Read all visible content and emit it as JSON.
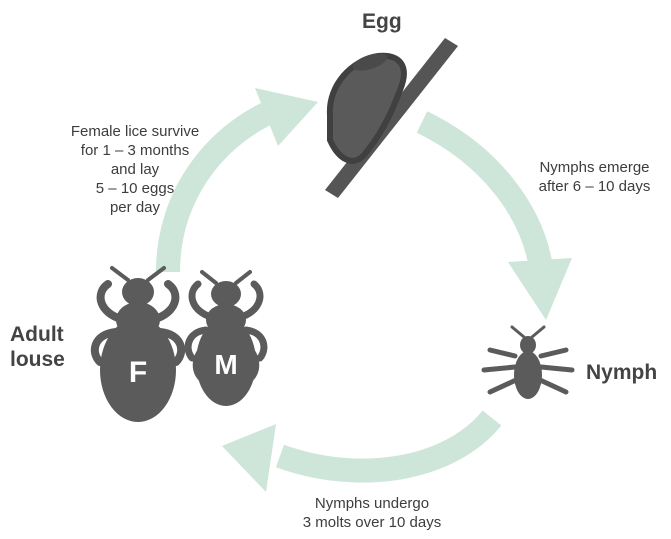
{
  "stages": {
    "egg": "Egg",
    "nymph": "Nymph",
    "adult_line1": "Adult",
    "adult_line2": "louse"
  },
  "notes": {
    "adult_to_egg": [
      "Female lice survive",
      "for 1 – 3 months",
      "and lay",
      "5 – 10 eggs",
      "per day"
    ],
    "egg_to_nymph": [
      "Nymphs emerge",
      "after 6 – 10 days"
    ],
    "nymph_to_adult": [
      "Nymphs undergo",
      "3 molts over 10 days"
    ]
  },
  "sex_labels": {
    "female": "F",
    "male": "M"
  },
  "colors": {
    "arrow": "#cde6d9",
    "silhouette": "#5b5b5b",
    "text": "#3a3a3a"
  }
}
